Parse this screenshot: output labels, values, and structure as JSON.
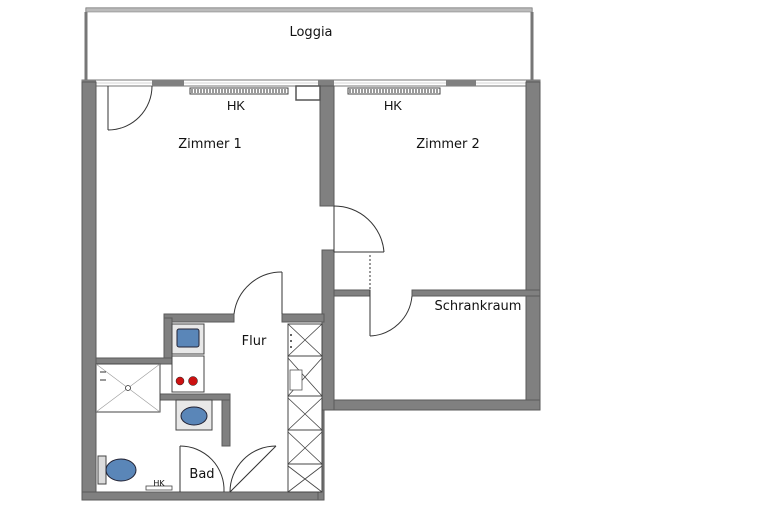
{
  "rooms": {
    "loggia": "Loggia",
    "zimmer1": "Zimmer 1",
    "zimmer2": "Zimmer 2",
    "schrankraum": "Schrankraum",
    "flur": "Flur",
    "bad": "Bad"
  },
  "radiators": {
    "zimmer1": "HK",
    "zimmer2": "HK",
    "bad": "HK"
  },
  "icons": {
    "toilet": "toilet-icon",
    "sink": "sink-icon",
    "shower": "shower-icon",
    "stove": "stove-icon",
    "kitchen_sink": "kitchen-sink-icon",
    "wardrobe": "wardrobe-icon"
  },
  "colors": {
    "wall": "#808080",
    "fixture_blue": "#5a86b8",
    "hotplate": "#cc1111"
  }
}
